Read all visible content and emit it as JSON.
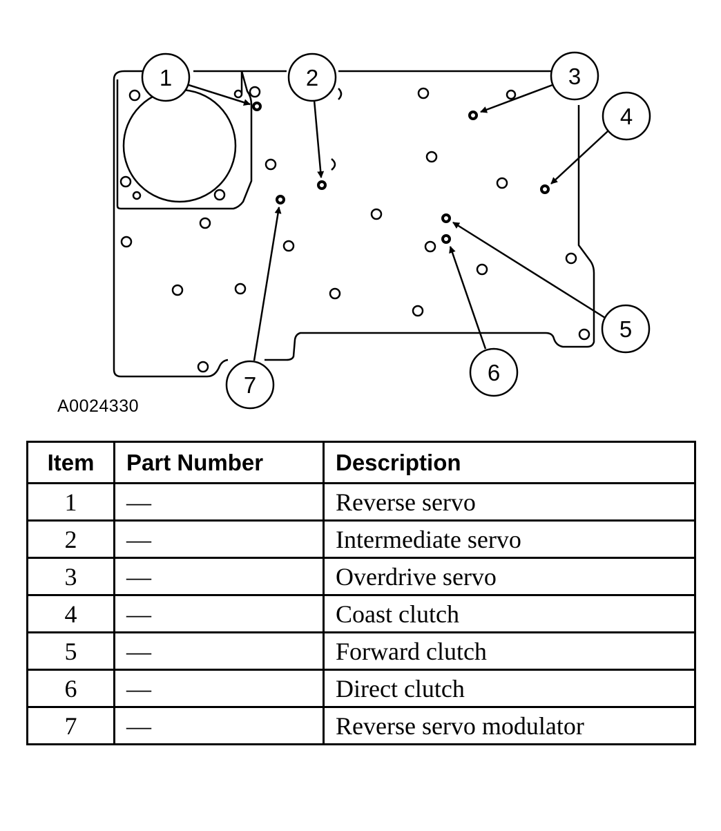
{
  "figure": {
    "id": "A0024330",
    "callouts": [
      "1",
      "2",
      "3",
      "4",
      "5",
      "6",
      "7"
    ]
  },
  "table": {
    "headers": [
      "Item",
      "Part Number",
      "Description"
    ],
    "rows": [
      {
        "item": "1",
        "part_number": "—",
        "description": "Reverse servo"
      },
      {
        "item": "2",
        "part_number": "—",
        "description": "Intermediate servo"
      },
      {
        "item": "3",
        "part_number": "—",
        "description": "Overdrive servo"
      },
      {
        "item": "4",
        "part_number": "—",
        "description": "Coast clutch"
      },
      {
        "item": "5",
        "part_number": "—",
        "description": "Forward clutch"
      },
      {
        "item": "6",
        "part_number": "—",
        "description": "Direct clutch"
      },
      {
        "item": "7",
        "part_number": "—",
        "description": "Reverse servo modulator"
      }
    ]
  }
}
